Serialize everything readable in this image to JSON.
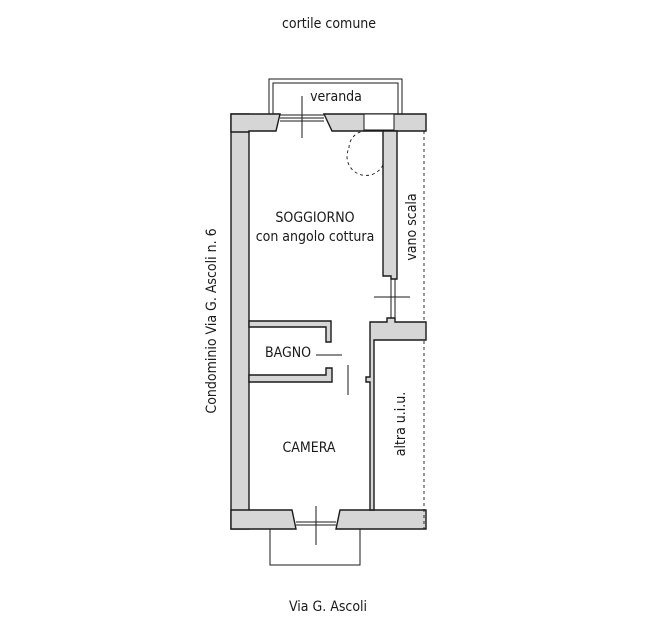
{
  "labels": {
    "top_context": "cortile comune",
    "bottom_context": "Via G. Ascoli",
    "left_context": "Condominio Via G. Ascoli n. 6",
    "veranda": "veranda",
    "living_line1": "SOGGIORNO",
    "living_line2": "con angolo cottura",
    "stairwell": "vano scala",
    "bathroom": "BAGNO",
    "bedroom": "CAMERA",
    "other_unit": "altra u.i.u."
  },
  "colors": {
    "wall_fill": "#d6d6d6",
    "line": "#1a1a1a",
    "background": "#ffffff"
  }
}
